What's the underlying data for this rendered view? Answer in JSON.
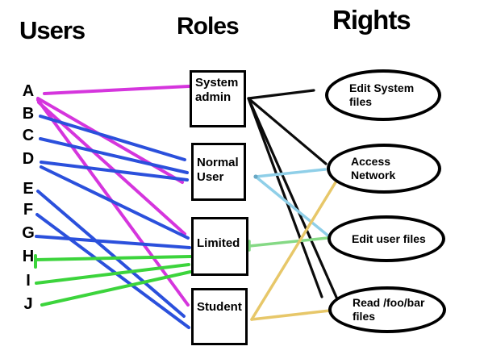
{
  "title_headers": {
    "users": "Users",
    "roles": "Roles",
    "rights": "Rights"
  },
  "users": [
    {
      "id": "A",
      "label": "A"
    },
    {
      "id": "B",
      "label": "B"
    },
    {
      "id": "C",
      "label": "C"
    },
    {
      "id": "D",
      "label": "D"
    },
    {
      "id": "E",
      "label": "E"
    },
    {
      "id": "F",
      "label": "F"
    },
    {
      "id": "G",
      "label": "G"
    },
    {
      "id": "H",
      "label": "H"
    },
    {
      "id": "I",
      "label": "I"
    },
    {
      "id": "J",
      "label": "J"
    }
  ],
  "roles": [
    {
      "id": "system_admin",
      "label": "System admin",
      "label_lines": [
        "System",
        "admin"
      ]
    },
    {
      "id": "normal_user",
      "label": "Normal User",
      "label_lines": [
        "Normal",
        "User"
      ]
    },
    {
      "id": "limited",
      "label": "Limited",
      "label_lines": [
        "Limited"
      ]
    },
    {
      "id": "student",
      "label": "Student",
      "label_lines": [
        "Student"
      ]
    }
  ],
  "rights": [
    {
      "id": "edit_system_files",
      "label": "Edit System files",
      "label_lines": [
        "Edit System",
        "files"
      ]
    },
    {
      "id": "access_network",
      "label": "Access Network",
      "label_lines": [
        "Access",
        "Network"
      ]
    },
    {
      "id": "edit_user_files",
      "label": "Edit user files",
      "label_lines": [
        "Edit user files"
      ]
    },
    {
      "id": "read_foo_bar",
      "label": "Read /foo/bar files",
      "label_lines": [
        "Read /foo/bar",
        "files"
      ]
    }
  ],
  "colors": {
    "magenta": "#d535dd",
    "blue": "#2b50dc",
    "green": "#3cd43c",
    "light_green": "#85d985",
    "cyan": "#8fcfe8",
    "yellow": "#e7c769",
    "black": "#0b0b0b"
  },
  "connections": {
    "user_to_role": [
      {
        "from": "A",
        "to": "system_admin",
        "color": "magenta"
      },
      {
        "from": "A",
        "to": "normal_user",
        "color": "magenta"
      },
      {
        "from": "A",
        "to": "limited",
        "color": "magenta"
      },
      {
        "from": "A",
        "to": "student",
        "color": "magenta"
      },
      {
        "from": "B",
        "to": "normal_user",
        "color": "blue"
      },
      {
        "from": "C",
        "to": "normal_user",
        "color": "blue"
      },
      {
        "from": "D",
        "to": "normal_user",
        "color": "blue"
      },
      {
        "from": "D",
        "to": "limited",
        "color": "blue"
      },
      {
        "from": "E",
        "to": "student",
        "color": "blue"
      },
      {
        "from": "F",
        "to": "student",
        "color": "blue"
      },
      {
        "from": "G",
        "to": "limited",
        "color": "blue"
      },
      {
        "from": "H",
        "to": "limited",
        "color": "green"
      },
      {
        "from": "I",
        "to": "limited",
        "color": "green"
      },
      {
        "from": "J",
        "to": "limited",
        "color": "green"
      }
    ],
    "role_to_right": [
      {
        "from": "system_admin",
        "to": "edit_system_files",
        "color": "black"
      },
      {
        "from": "system_admin",
        "to": "access_network",
        "color": "black"
      },
      {
        "from": "system_admin",
        "to": "read_foo_bar",
        "color": "black"
      },
      {
        "from": "normal_user",
        "to": "access_network",
        "color": "cyan"
      },
      {
        "from": "normal_user",
        "to": "edit_user_files",
        "color": "cyan"
      },
      {
        "from": "limited",
        "to": "edit_user_files",
        "color": "light_green"
      },
      {
        "from": "student",
        "to": "access_network",
        "color": "yellow"
      },
      {
        "from": "student",
        "to": "read_foo_bar",
        "color": "yellow"
      }
    ]
  }
}
